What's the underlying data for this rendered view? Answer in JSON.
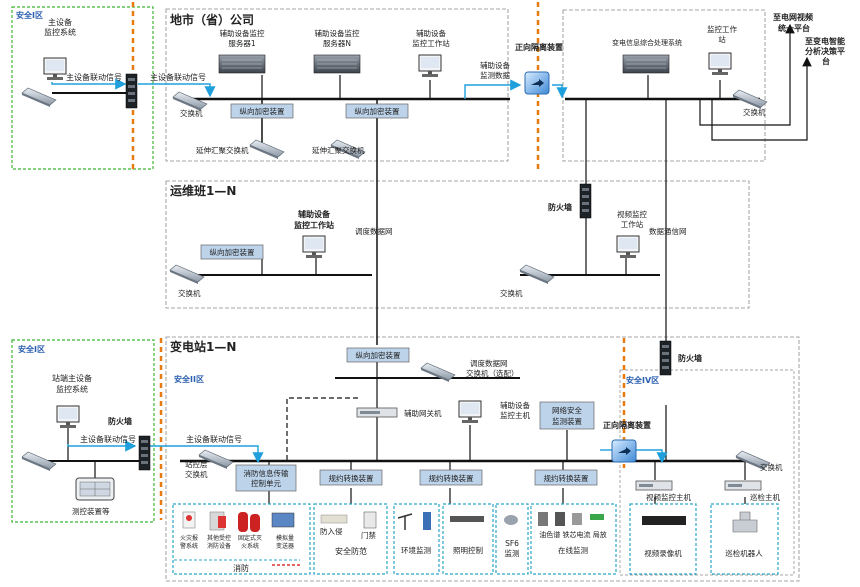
{
  "colors": {
    "accent_blue": "#1fa0dc",
    "zone_green": "#3cb832",
    "divider_orange": "#e87a10",
    "device_box_fill": "#bcd3ea",
    "group_cyan": "#2aa7c9",
    "text_blue": "#2b5fb0"
  },
  "top_left": {
    "zone_label": "安全I区",
    "system_line1": "主设备",
    "system_line2": "监控系统",
    "link_label_1": "主设备联动信号",
    "link_label_2": "主设备联动信号"
  },
  "city": {
    "title": "地市（省）公司",
    "server1_l1": "辅助设备监控",
    "server1_l2": "服务器1",
    "serverN_l1": "辅助设备监控",
    "serverN_l2": "服务器N",
    "workstation_l1": "辅助设备",
    "workstation_l2": "监控工作站",
    "switch_label": "交换机",
    "encrypt_1": "纵向加密装置",
    "encrypt_2": "纵向加密装置",
    "ext_switch_1": "延伸汇聚交换机",
    "ext_switch_2": "延伸汇聚交换机",
    "monitor_data_l1": "辅助设备",
    "monitor_data_l2": "监测数据"
  },
  "isolation_label": "正向隔离装置",
  "right_panel": {
    "processing_system": "变电信息综合处理系统",
    "workstation_l1": "监控工作",
    "workstation_l2": "站",
    "switch_label": "交换机",
    "video_platform_l1": "至电网视频",
    "video_platform_l2": "统一平台",
    "decision_platform_l1": "至变电智能",
    "decision_platform_l2": "分析决策平",
    "decision_platform_l3": "台"
  },
  "ops_team": {
    "title": "运维班1—N",
    "workstation_l1": "辅助设备",
    "workstation_l2": "监控工作站",
    "dispatch_network": "调度数据网",
    "firewall": "防火墙",
    "video_ws_l1": "视频监控",
    "video_ws_l2": "工作站",
    "data_comm_network": "数据通信网",
    "encrypt": "纵向加密装置",
    "switch_left": "交换机",
    "switch_right": "交换机"
  },
  "substation": {
    "title": "变电站1—N",
    "encrypt": "纵向加密装置",
    "dispatch_switch_l1": "调度数据网",
    "dispatch_switch_l2": "交换机（选配）",
    "firewall": "防火墙",
    "zone_iv": "安全IV区",
    "zone_ii": "安全II区",
    "aux_gateway": "辅助网关机",
    "aux_host_l1": "辅助设备",
    "aux_host_l2": "监控主机",
    "net_security_l1": "网络安全",
    "net_security_l2": "监测装置",
    "isolation": "正向隔离装置",
    "switch_right": "交换机",
    "station_switch_l1": "站控层",
    "station_switch_l2": "交换机",
    "fire_unit_l1": "消防信息传输",
    "fire_unit_l2": "控制单元",
    "converter_1": "规约转换装置",
    "converter_2": "规约转换装置",
    "converter_3": "规约转换装置",
    "video_host": "视频监控主机",
    "patrol_host": "巡检主机",
    "link_label": "主设备联动信号"
  },
  "bottom_left": {
    "zone_label": "安全I区",
    "system_l1": "站端主设备",
    "system_l2": "监控系统",
    "firewall": "防火墙",
    "link_label": "主设备联动信号",
    "device": "测控装置等"
  },
  "groups": {
    "fire": {
      "label": "消防",
      "item1_l1": "火灾报",
      "item1_l2": "警系统",
      "item2_l1": "其他受控",
      "item2_l2": "消防设备",
      "item3_l1": "固定式灭",
      "item3_l2": "火系统",
      "item4_l1": "模拟量",
      "item4_l2": "变送器"
    },
    "security": {
      "label": "安全防范",
      "item1": "防入侵",
      "item2": "门禁"
    },
    "env": {
      "label": "环境监测"
    },
    "light": {
      "label": "照明控制"
    },
    "sf6": {
      "label_l1": "SF6",
      "label_l2": "监测"
    },
    "online": {
      "label": "在线监测",
      "sub": "油色谱  铁芯电流  局放"
    },
    "video": {
      "label": "视频录像机"
    },
    "robot": {
      "label": "巡检机器人"
    }
  }
}
